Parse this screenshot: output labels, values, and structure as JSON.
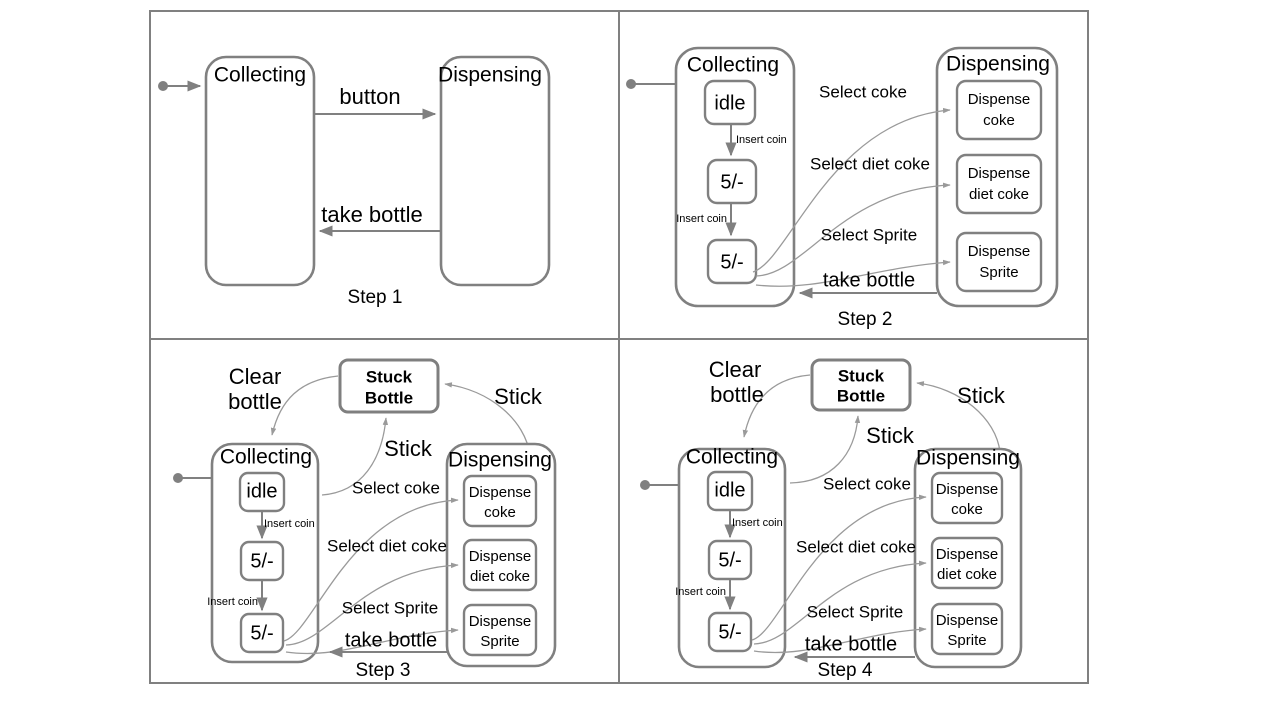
{
  "figure": {
    "title": "Vending machine statechart refinement in four steps",
    "background": "#ffffff",
    "line_color": "#808080",
    "text_color": "#000000"
  },
  "panels": [
    {
      "id": "step1",
      "step_label": "Step 1",
      "states": {
        "collecting": "Collecting",
        "dispensing": "Dispensing"
      },
      "transitions": {
        "button": "button",
        "take_bottle": "take bottle"
      }
    },
    {
      "id": "step2",
      "step_label": "Step 2",
      "states": {
        "collecting": "Collecting",
        "dispensing": "Dispensing"
      },
      "collecting_substates": [
        "idle",
        "5/-",
        "5/-"
      ],
      "dispensing_substates": [
        {
          "line1": "Dispense",
          "line2": "coke"
        },
        {
          "line1": "Dispense",
          "line2": "diet coke"
        },
        {
          "line1": "Dispense",
          "line2": "Sprite"
        }
      ],
      "transitions": {
        "insert_coin_1": "Insert coin",
        "insert_coin_2": "Insert coin",
        "select_coke": "Select coke",
        "select_diet_coke": "Select diet coke",
        "select_sprite": "Select Sprite",
        "take_bottle": "take bottle"
      }
    },
    {
      "id": "step3",
      "step_label": "Step 3",
      "states": {
        "collecting": "Collecting",
        "dispensing": "Dispensing",
        "stuck_bottle_line1": "Stuck",
        "stuck_bottle_line2": "Bottle"
      },
      "collecting_substates": [
        "idle",
        "5/-",
        "5/-"
      ],
      "dispensing_substates": [
        {
          "line1": "Dispense",
          "line2": "coke"
        },
        {
          "line1": "Dispense",
          "line2": "diet coke"
        },
        {
          "line1": "Dispense",
          "line2": "Sprite"
        }
      ],
      "transitions": {
        "clear_bottle_line1": "Clear",
        "clear_bottle_line2": "bottle",
        "stick_right": "Stick",
        "stick_middle": "Stick",
        "insert_coin_1": "Insert coin",
        "insert_coin_2": "Insert coin",
        "select_coke": "Select coke",
        "select_diet_coke": "Select diet coke",
        "select_sprite": "Select Sprite",
        "take_bottle": "take bottle"
      }
    },
    {
      "id": "step4",
      "step_label": "Step 4",
      "states": {
        "collecting": "Collecting",
        "dispensing": "Dispensing",
        "stuck_bottle_line1": "Stuck",
        "stuck_bottle_line2": "Bottle"
      },
      "collecting_substates": [
        "idle",
        "5/-",
        "5/-"
      ],
      "dispensing_substates": [
        {
          "line1": "Dispense",
          "line2": "coke"
        },
        {
          "line1": "Dispense",
          "line2": "diet coke"
        },
        {
          "line1": "Dispense",
          "line2": "Sprite"
        }
      ],
      "transitions": {
        "clear_bottle_line1": "Clear",
        "clear_bottle_line2": "bottle",
        "stick_right": "Stick",
        "stick_middle": "Stick",
        "insert_coin_1": "Insert coin",
        "insert_coin_2": "Insert coin",
        "select_coke": "Select coke",
        "select_diet_coke": "Select diet coke",
        "select_sprite": "Select Sprite",
        "take_bottle": "take bottle"
      }
    }
  ]
}
